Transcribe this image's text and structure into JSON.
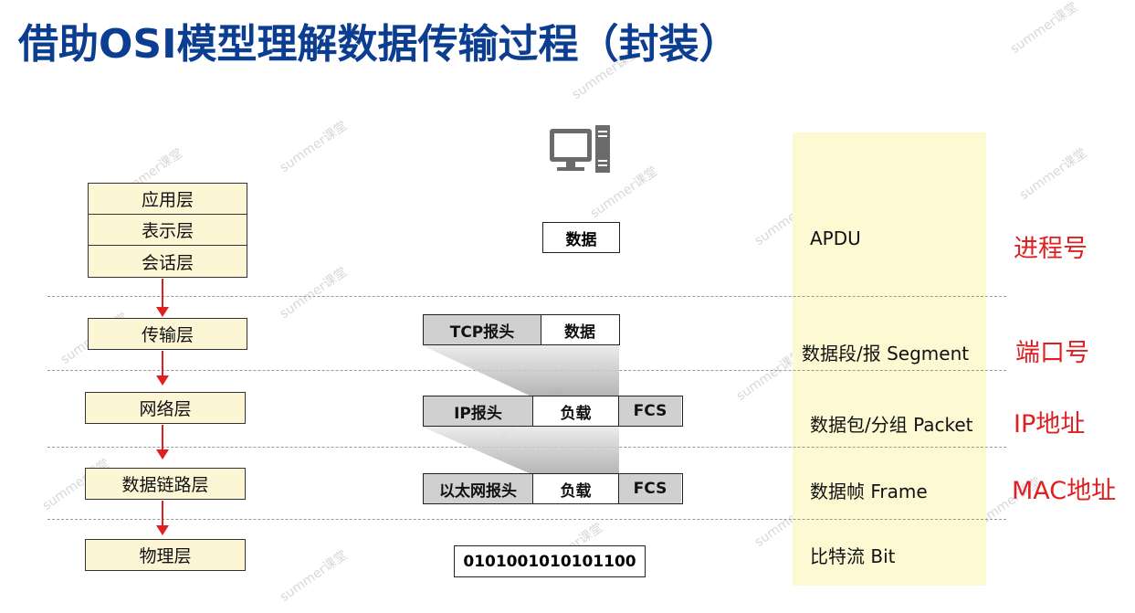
{
  "title": "借助OSI模型理解数据传输过程（封装）",
  "layers": {
    "upper": [
      "应用层",
      "表示层",
      "会话层"
    ],
    "transport": "传输层",
    "network": "网络层",
    "datalink": "数据链路层",
    "physical": "物理层"
  },
  "packets": {
    "app_data": "数据",
    "tcp_header": "TCP报头",
    "tcp_data": "数据",
    "ip_header": "IP报头",
    "ip_payload": "负载",
    "ip_fcs": "FCS",
    "eth_header": "以太网报头",
    "eth_payload": "负载",
    "eth_fcs": "FCS",
    "bits": "0101001010101100"
  },
  "units": {
    "apdu": "APDU",
    "segment": "数据段/报 Segment",
    "packet": "数据包/分组 Packet",
    "frame": "数据帧 Frame",
    "bit": "比特流 Bit"
  },
  "addresses": {
    "process": "进程号",
    "port": "端口号",
    "ip": "IP地址",
    "mac": "MAC地址"
  },
  "watermark": "summer课堂",
  "colors": {
    "title": "#0b3d91",
    "accent": "#e02020",
    "highlight": "#fdf9d3"
  },
  "icons": [
    "computer-icon"
  ]
}
